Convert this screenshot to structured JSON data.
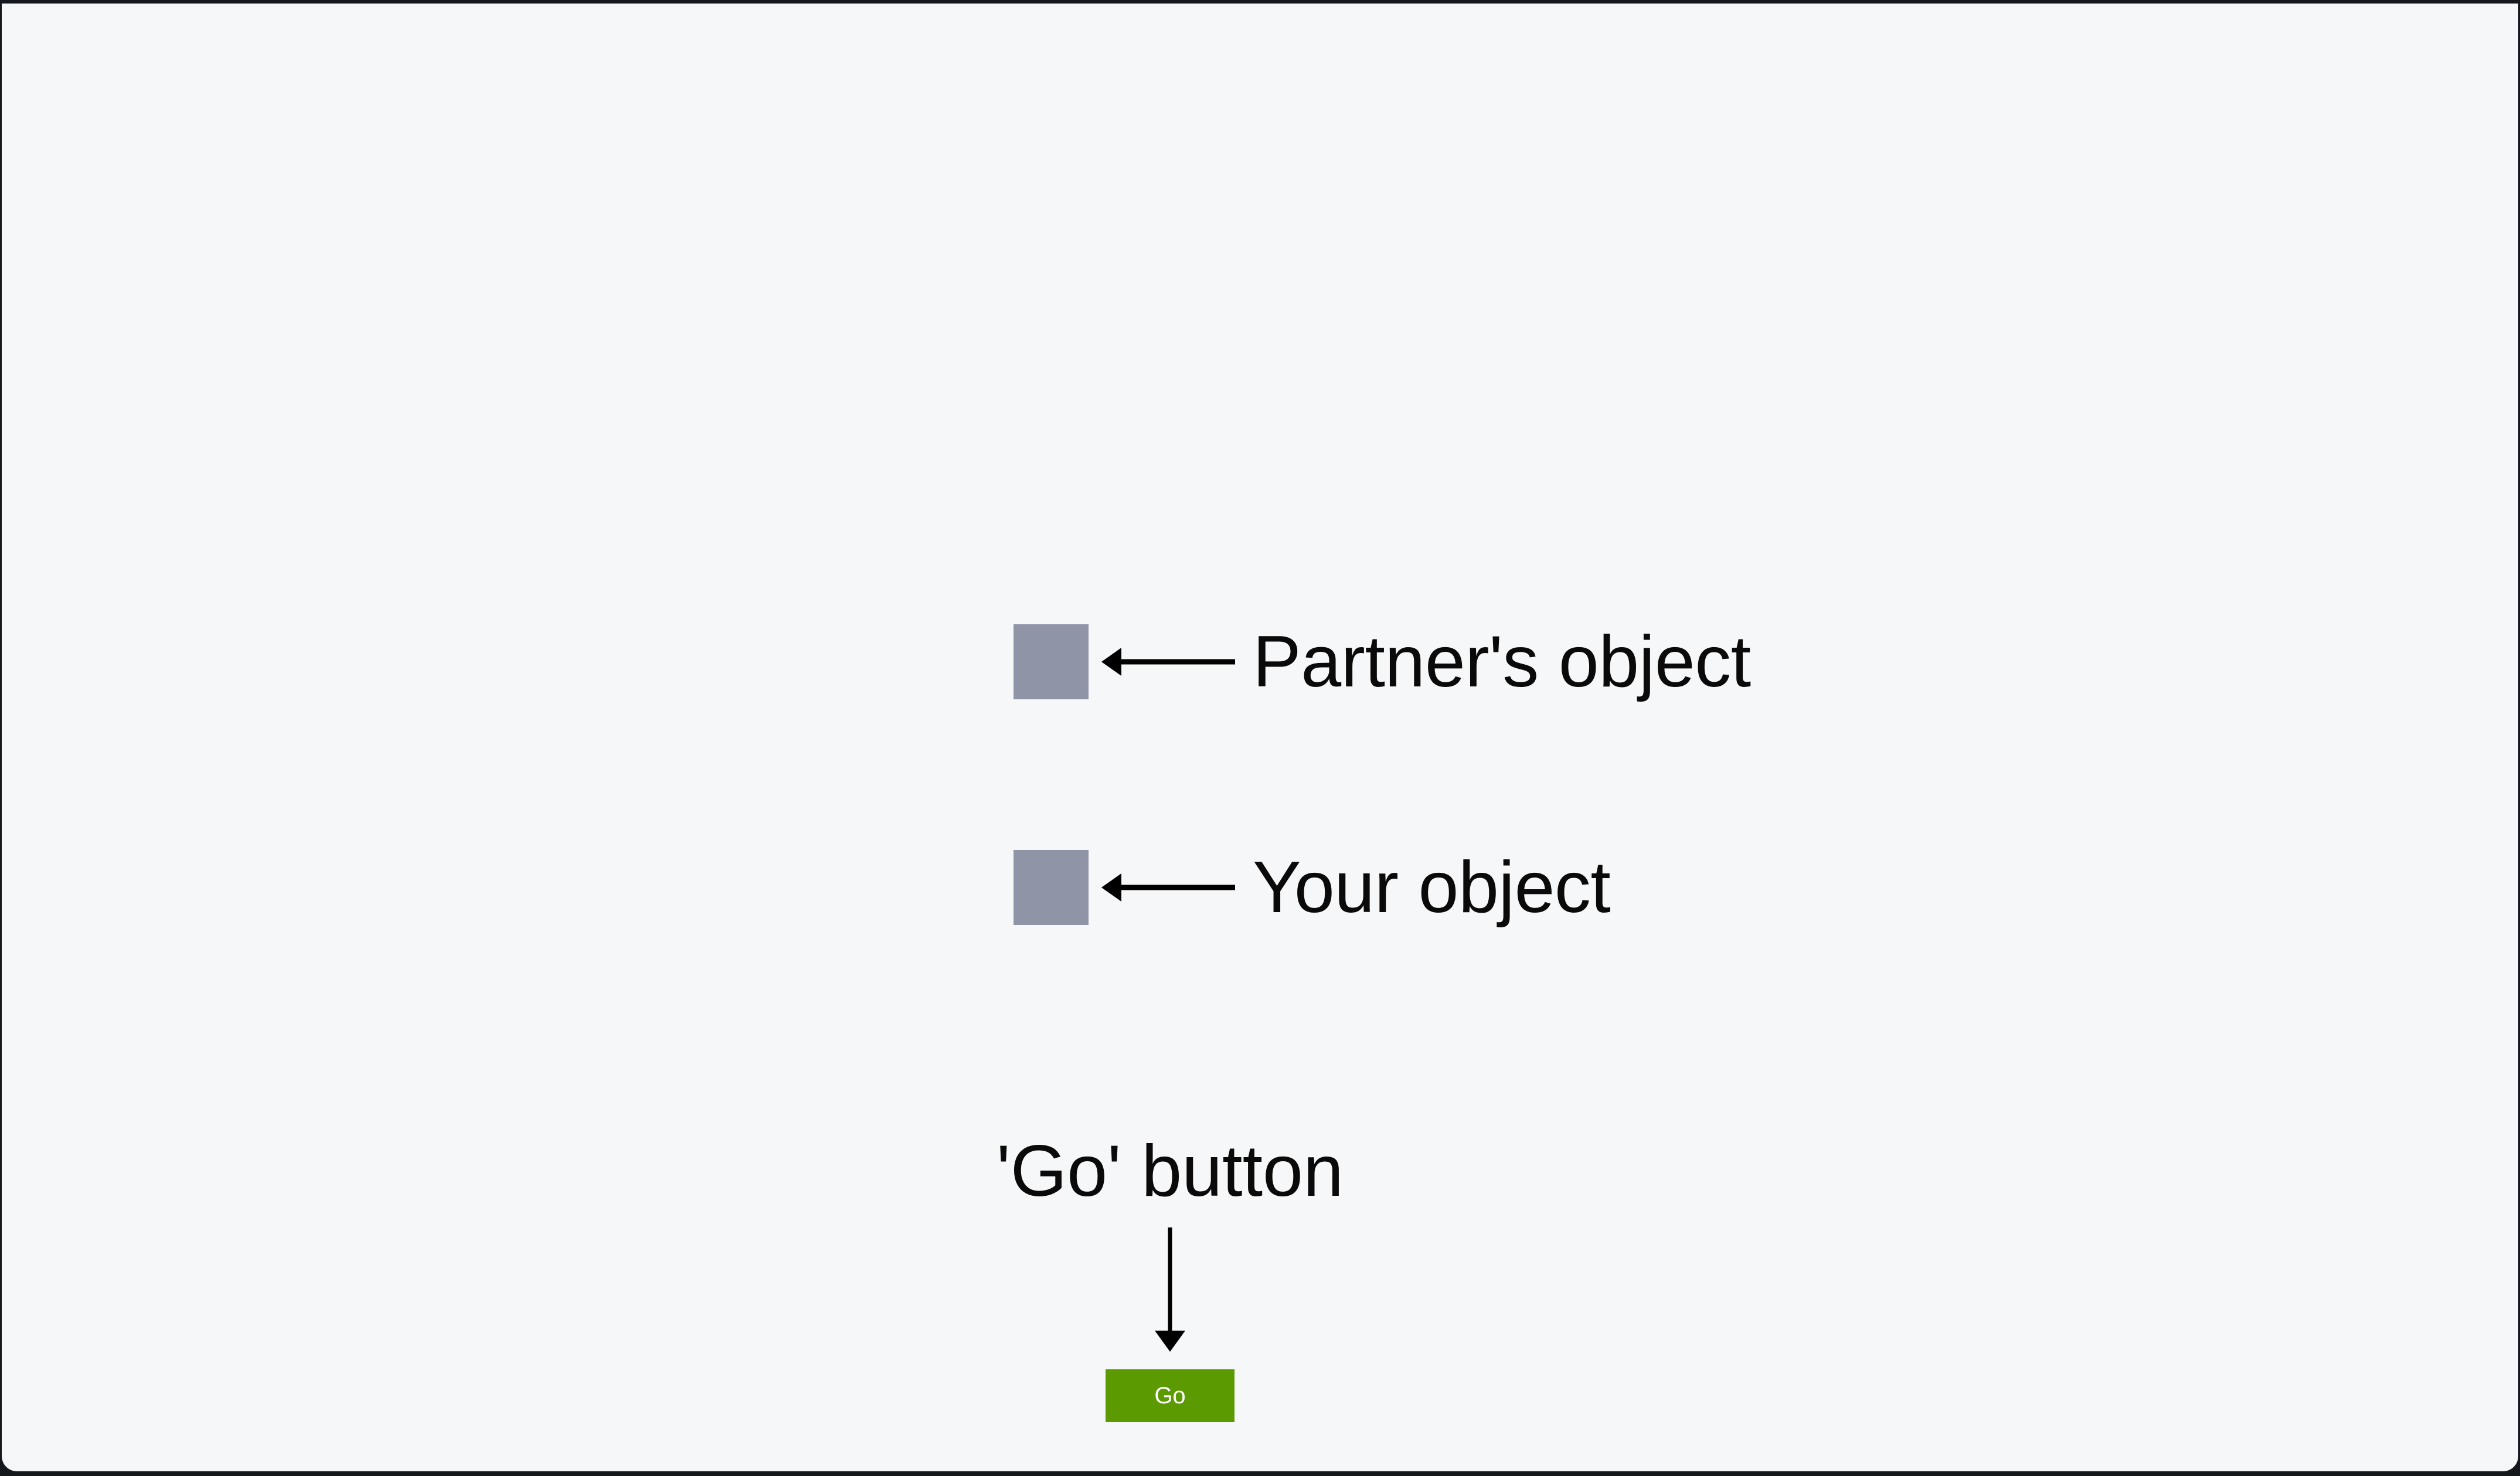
{
  "window": {
    "chrome_color": "#14171c",
    "page_background": "#f6f7f9"
  },
  "panels": {
    "left": {
      "name": "left-player-panel",
      "color": "#5b90fb"
    },
    "right": {
      "name": "right-player-panel",
      "color": "#f0616f"
    }
  },
  "callouts": [
    {
      "id": "partner-object",
      "label": "Partner's object",
      "swatch_color": "#8f95a6",
      "arrow": "arrow-left"
    },
    {
      "id": "your-object",
      "label": "Your object",
      "swatch_color": "#8f95a6",
      "arrow": "arrow-left"
    }
  ],
  "go_callout": {
    "label": "'Go' button",
    "arrow": "arrow-down"
  },
  "go_button": {
    "label": "Go",
    "color": "#5c9a02",
    "text_color": "#ffffff"
  }
}
